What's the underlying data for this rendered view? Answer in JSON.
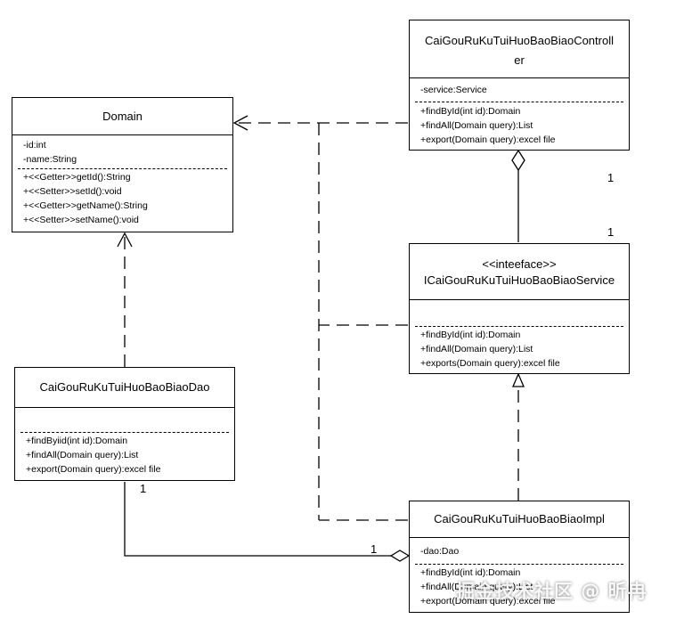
{
  "domain_class": {
    "name": "Domain",
    "attributes": [
      "-id:int",
      "-name:String"
    ],
    "methods": [
      "+<<Getter>>getId():String",
      "+<<Setter>>setId():void",
      "+<<Getter>>getName():String",
      "+<<Setter>>setName():void"
    ]
  },
  "controller_class": {
    "name_line1": "CaiGouRuKuTuiHuoBaoBiaoControll",
    "name_line2": "er",
    "attributes": [
      "-service:Service"
    ],
    "methods": [
      "+findById(int id):Domain",
      "+findAll(Domain query):List",
      "+export(Domain query):excel file"
    ]
  },
  "service_interface": {
    "stereotype": "<<inteeface>>",
    "name": "ICaiGouRuKuTuiHuoBaoBiaoService",
    "methods": [
      "+findById(int id):Domain",
      "+findAll(Domain query):List",
      "+exports(Domain query):excel file"
    ]
  },
  "dao_class": {
    "name": "CaiGouRuKuTuiHuoBaoBiaoDao",
    "methods": [
      "+findByiid(int id):Domain",
      "+findAll(Domain query):List",
      "+export(Domain query):excel file"
    ]
  },
  "impl_class": {
    "name": "CaiGouRuKuTuiHuoBaoBiaoImpl",
    "attributes": [
      "-dao:Dao"
    ],
    "methods": [
      "+findById(int id):Domain",
      "+findAll(Domain query):List",
      "+export(Domain query):excel file"
    ]
  },
  "multiplicities": {
    "controller_end": "1",
    "service_end": "1",
    "dao_end": "1",
    "impl_end": "1"
  },
  "watermark": "掘金技术社区 @ 昕冉"
}
